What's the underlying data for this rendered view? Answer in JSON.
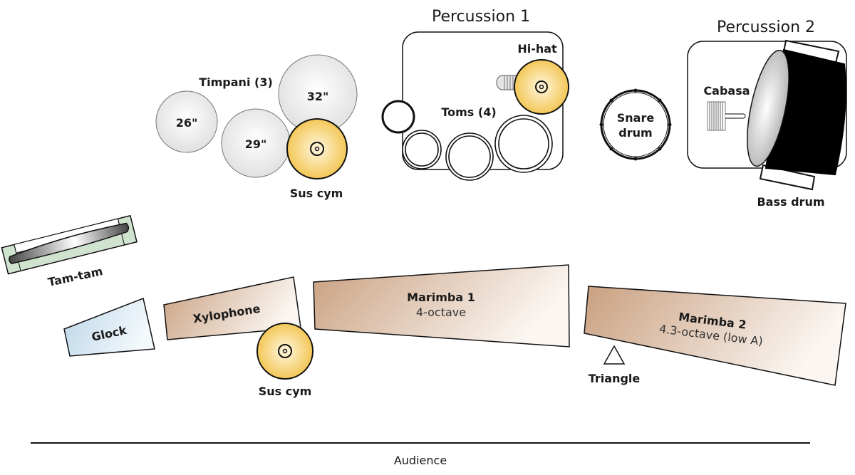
{
  "title": "Percussion section setup",
  "colors": {
    "cymbal": "#f5c94f",
    "timpani": "#e6e6e6",
    "wood": "#c9a384",
    "glock": "#c7dcea",
    "tamtam_frame": "#cfe3cf",
    "outline": "#111111"
  },
  "groups": {
    "percussion1": {
      "label": "Percussion 1"
    },
    "percussion2": {
      "label": "Percussion 2"
    }
  },
  "timpani": {
    "label": "Timpani (3)",
    "drums": [
      {
        "size": "26\""
      },
      {
        "size": "29\""
      },
      {
        "size": "32\""
      }
    ]
  },
  "instruments": {
    "sus_cym_top": "Sus cym",
    "sus_cym_bottom": "Sus cym",
    "hi_hat": "Hi-hat",
    "toms": "Toms (4)",
    "snare_line1": "Snare",
    "snare_line2": "drum",
    "cabasa": "Cabasa",
    "bass_drum": "Bass drum",
    "tam_tam": "Tam-tam",
    "glock": "Glock",
    "xylophone": "Xylophone",
    "marimba1": {
      "name": "Marimba 1",
      "range": "4-octave"
    },
    "marimba2": {
      "name": "Marimba 2",
      "range": "4.3-octave (low A)"
    },
    "triangle": "Triangle"
  },
  "audience": {
    "label": "Audience"
  }
}
